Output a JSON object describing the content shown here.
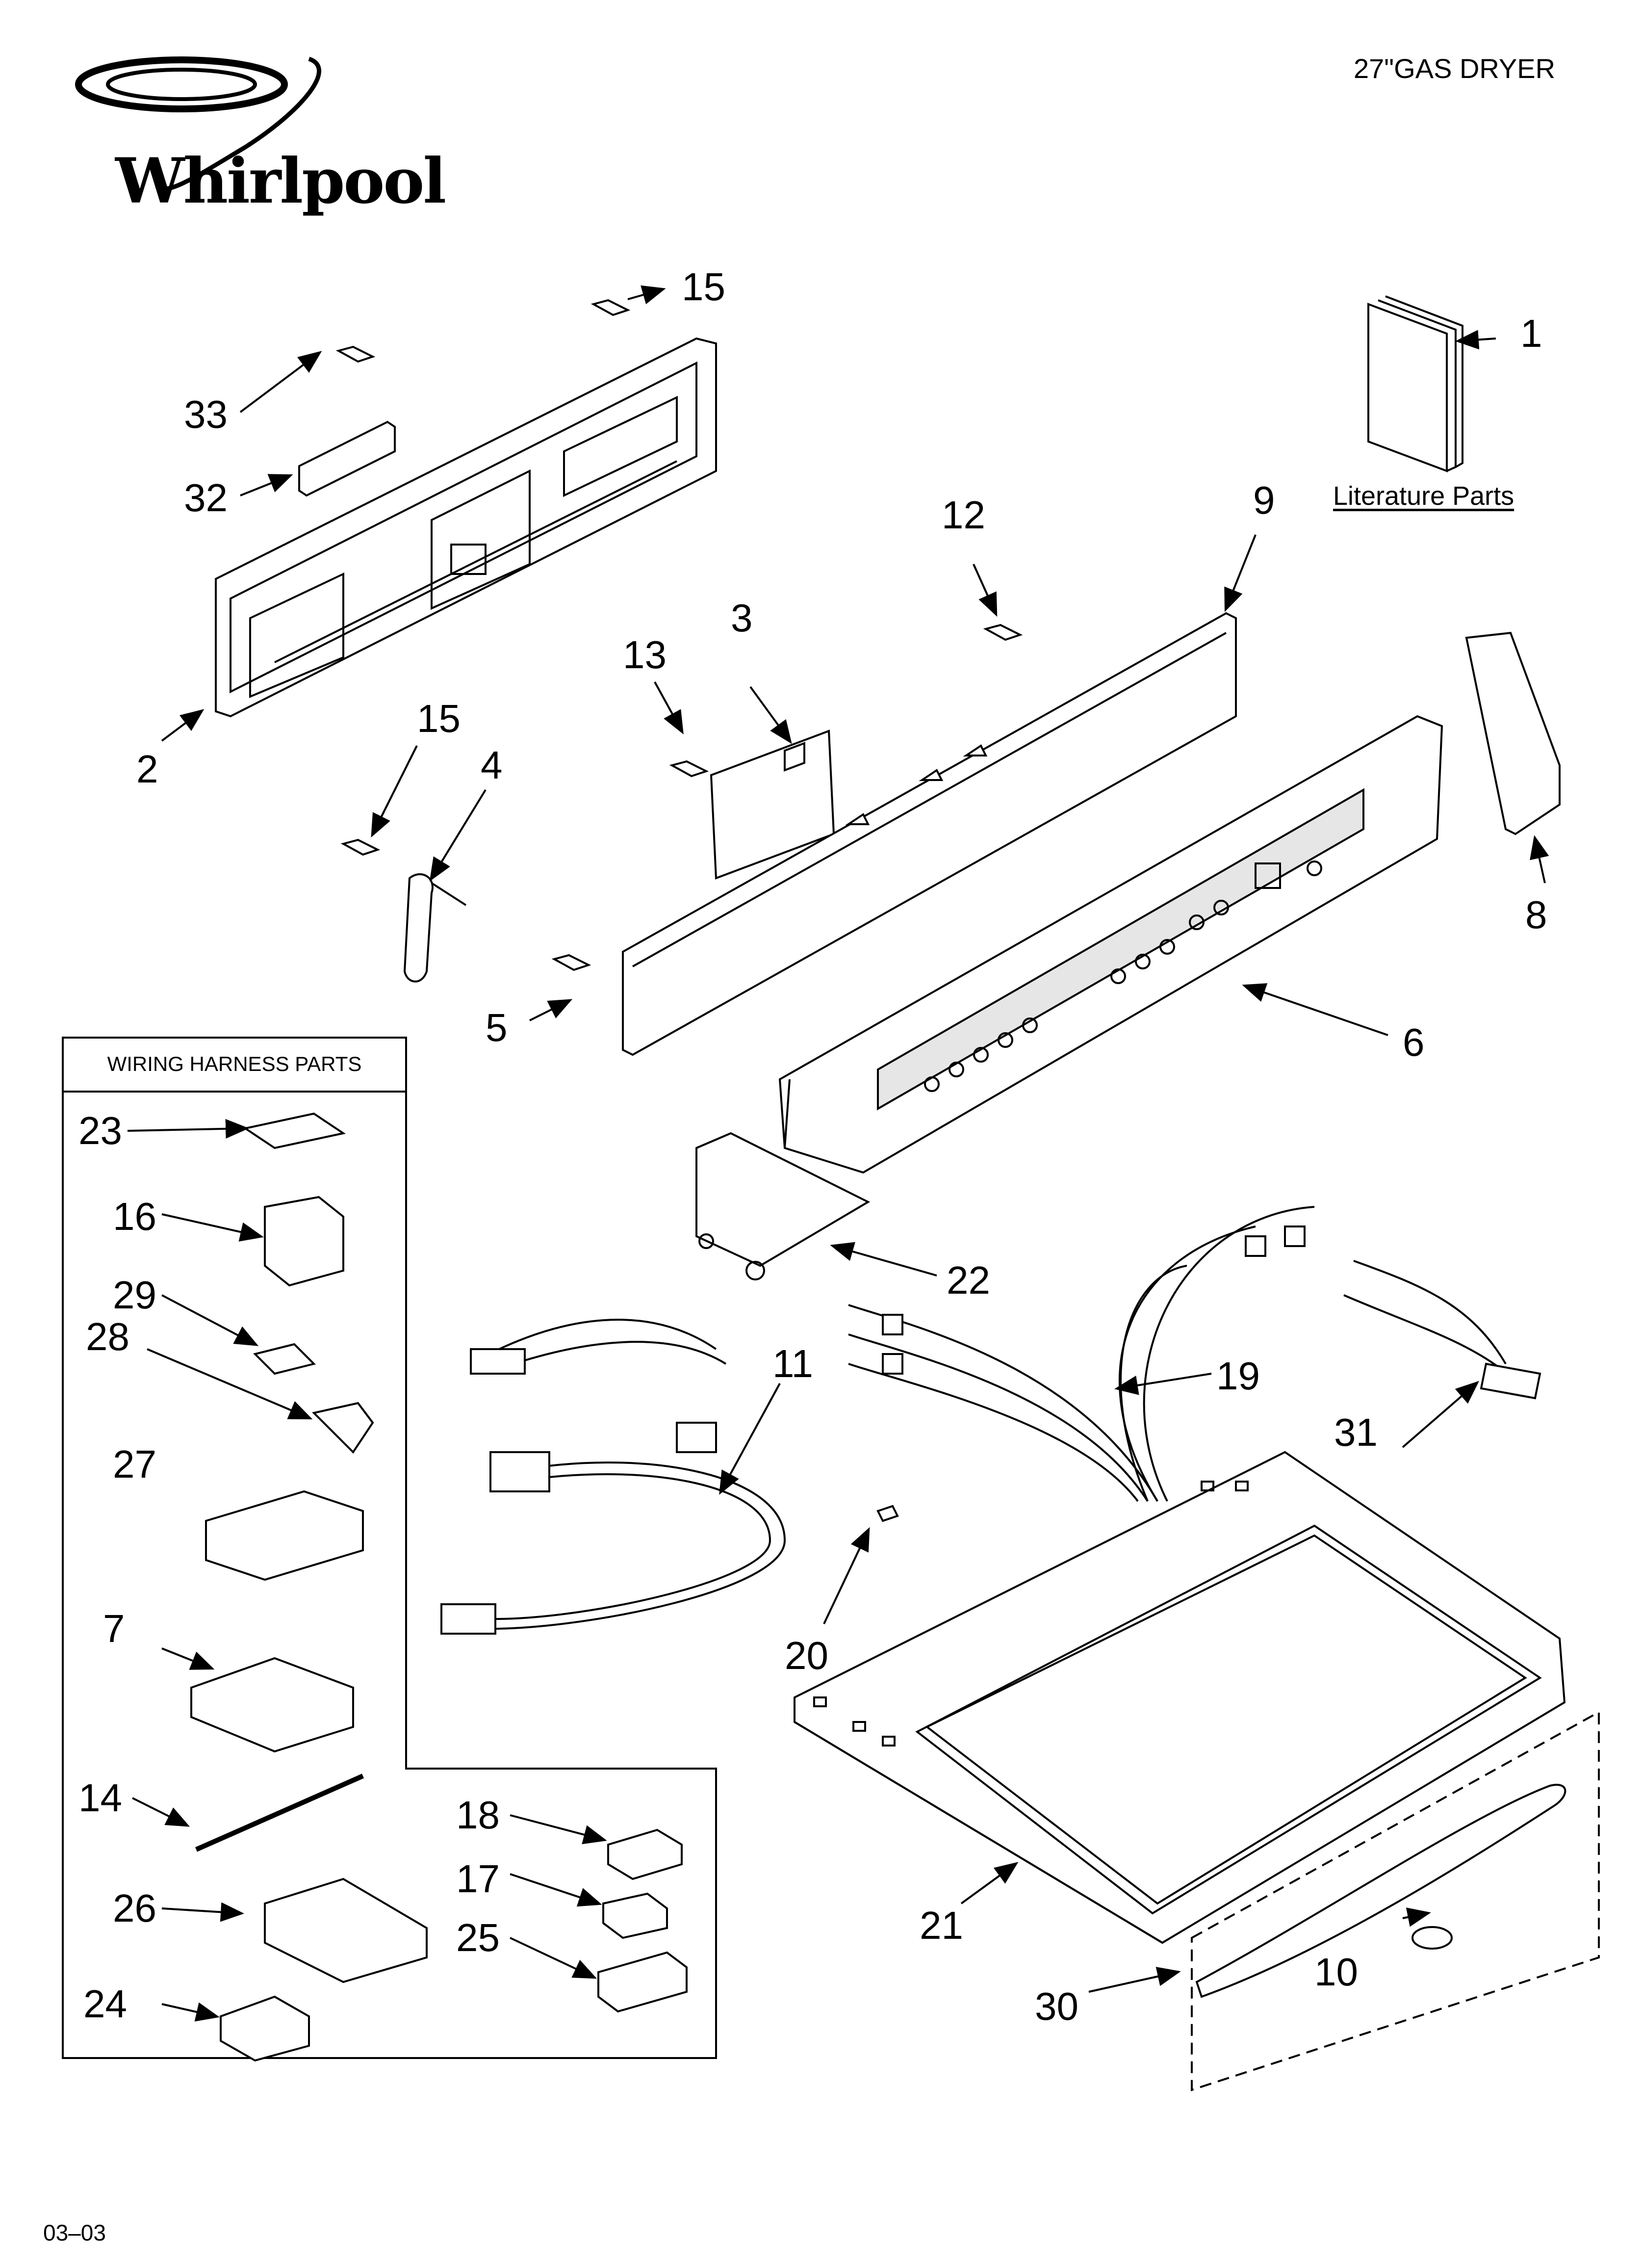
{
  "header": {
    "title": "27\"GAS DRYER"
  },
  "brand": {
    "name": "Whirlpool"
  },
  "footer": {
    "code": "03–03"
  },
  "literature": {
    "label": "Literature Parts"
  },
  "harness": {
    "title": "WIRING HARNESS PARTS"
  },
  "callouts": {
    "c1": "1",
    "c2": "2",
    "c3": "3",
    "c4": "4",
    "c5": "5",
    "c6": "6",
    "c7": "7",
    "c8": "8",
    "c9": "9",
    "c10": "10",
    "c11": "11",
    "c12": "12",
    "c13": "13",
    "c14": "14",
    "c15a": "15",
    "c15b": "15",
    "c16": "16",
    "c17": "17",
    "c18": "18",
    "c19": "19",
    "c20": "20",
    "c21": "21",
    "c22": "22",
    "c23": "23",
    "c24": "24",
    "c25": "25",
    "c26": "26",
    "c27": "27",
    "c28": "28",
    "c29": "29",
    "c30": "30",
    "c31": "31",
    "c32": "32",
    "c33": "33"
  },
  "colors": {
    "line": "#000000",
    "panel": "#d9d9d9",
    "background": "#ffffff"
  }
}
